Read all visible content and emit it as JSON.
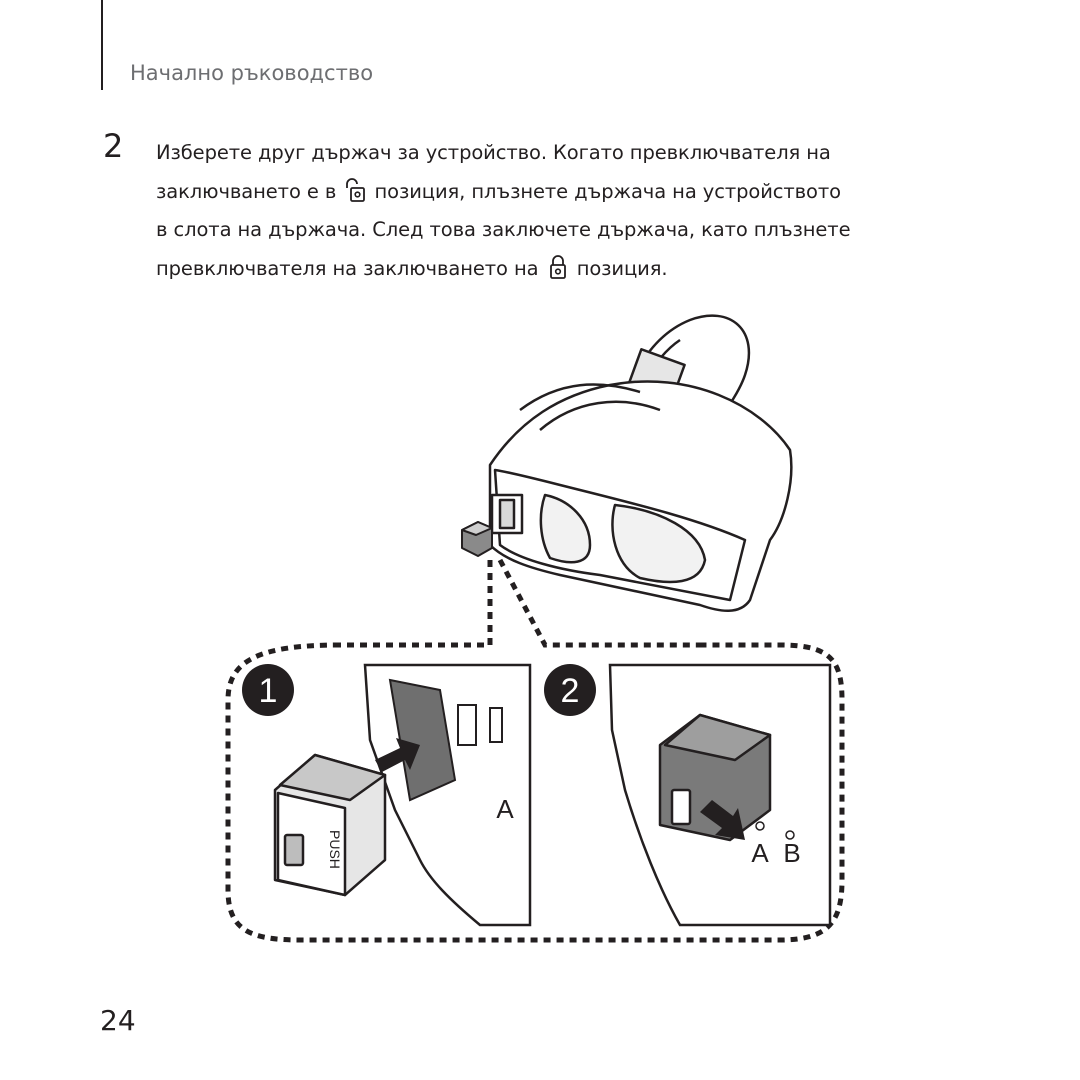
{
  "header": {
    "section_title": "Начално ръководство"
  },
  "step": {
    "number": "2",
    "line1": "Изберете друг държач за устройство. Когато превключвателя на",
    "line2_before": "заключването е в",
    "line2_after": "позиция, плъзнете държача на устройството",
    "line3": "в слота на държача. След това заключете държача, като плъзнете",
    "line4_before": "превключвателя на заключването на",
    "line4_after": "позиция.",
    "icon_unlocked": "unlock-icon",
    "icon_locked": "lock-icon"
  },
  "figure": {
    "callout_1": "1",
    "callout_2": "2",
    "slot_label_a_left": "A",
    "slot_label_a_right": "A",
    "slot_label_b_right": "B",
    "holder_push_label": "PUSH",
    "icons": [
      "vr-headset-icon",
      "device-holder-icon",
      "arrow-icon"
    ]
  },
  "footer": {
    "page_number": "24"
  }
}
